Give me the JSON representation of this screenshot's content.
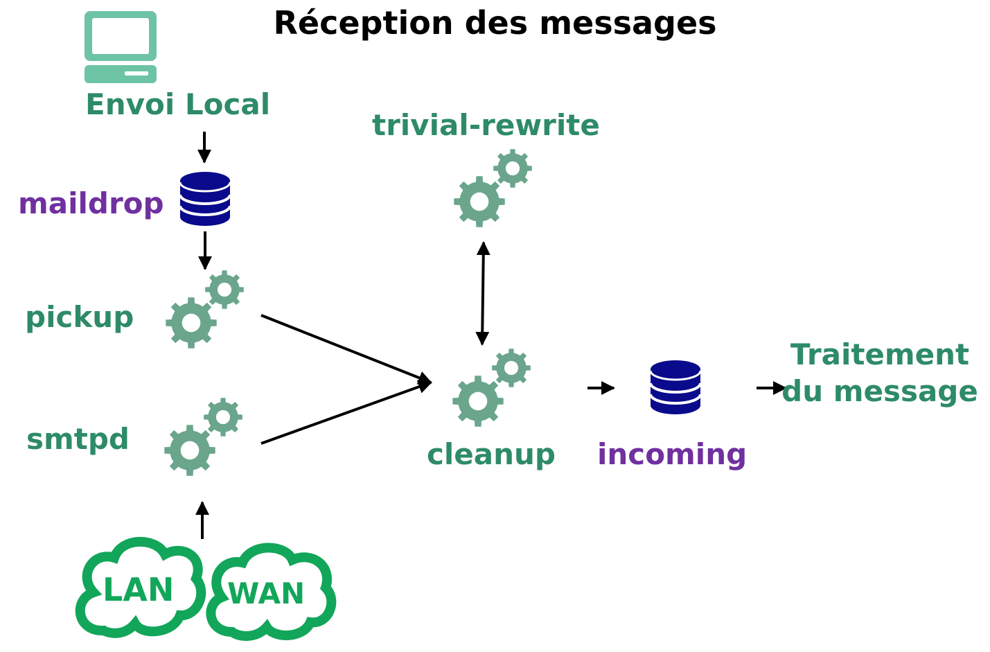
{
  "title": "Réception des messages",
  "nodes": {
    "envoi_local": "Envoi Local",
    "maildrop": "maildrop",
    "pickup": "pickup",
    "smtpd": "smtpd",
    "trivial_rewrite": "trivial-rewrite",
    "cleanup": "cleanup",
    "incoming": "incoming",
    "traitement": "Traitement du message",
    "lan": "LAN",
    "wan": "WAN"
  },
  "colors": {
    "service_green": "#2e8b68",
    "queue_purple": "#7030a0",
    "gear": "#6aa58c",
    "database": "#0a0a8c",
    "computer": "#6cc4a4",
    "cloud": "#12a65a",
    "arrow": "#000000"
  },
  "icons": {
    "computer": "computer-icon",
    "database": "database-icon",
    "gears": "gears-icon",
    "cloud": "cloud-icon"
  }
}
